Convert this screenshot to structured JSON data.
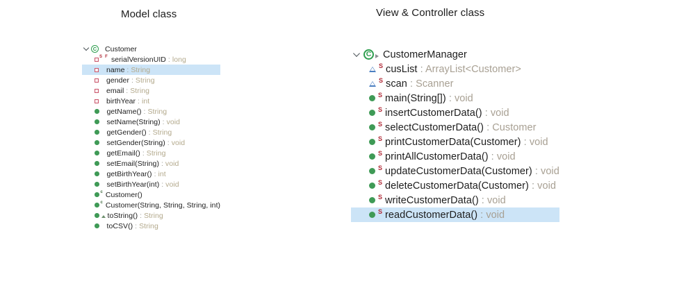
{
  "headings": {
    "model": "Model class",
    "view": "View & Controller class"
  },
  "colors": {
    "selection": "#cce4f7",
    "public_method": "#3f9a56",
    "private_field": "#c9566b",
    "package_field": "#4a7fc1",
    "class_icon": "#2e9e4f",
    "static_badge": "#b02a37",
    "type_text": "#b3a98c",
    "label_text": "#1d1d1d",
    "background": "#ffffff"
  },
  "model_outline": {
    "class": {
      "name": "Customer",
      "icon": "class-icon",
      "expanded": true,
      "chevron": "chevron-down-icon"
    },
    "members": [
      {
        "icon": "private-field-icon",
        "badge": "S F",
        "name": "serialVersionUID",
        "sep": ":",
        "type": "long",
        "selected": false
      },
      {
        "icon": "private-field-icon",
        "badge": "",
        "name": "name",
        "sep": ":",
        "type": "String",
        "selected": true
      },
      {
        "icon": "private-field-icon",
        "badge": "",
        "name": "gender",
        "sep": ":",
        "type": "String",
        "selected": false
      },
      {
        "icon": "private-field-icon",
        "badge": "",
        "name": "email",
        "sep": ":",
        "type": "String",
        "selected": false
      },
      {
        "icon": "private-field-icon",
        "badge": "",
        "name": "birthYear",
        "sep": ":",
        "type": "int",
        "selected": false
      },
      {
        "icon": "public-method-icon",
        "badge": "",
        "name": "getName()",
        "sep": ":",
        "type": "String",
        "selected": false
      },
      {
        "icon": "public-method-icon",
        "badge": "",
        "name": "setName(String)",
        "sep": ":",
        "type": "void",
        "selected": false
      },
      {
        "icon": "public-method-icon",
        "badge": "",
        "name": "getGender()",
        "sep": ":",
        "type": "String",
        "selected": false
      },
      {
        "icon": "public-method-icon",
        "badge": "",
        "name": "setGender(String)",
        "sep": ":",
        "type": "void",
        "selected": false
      },
      {
        "icon": "public-method-icon",
        "badge": "",
        "name": "getEmail()",
        "sep": ":",
        "type": "String",
        "selected": false
      },
      {
        "icon": "public-method-icon",
        "badge": "",
        "name": "setEmail(String)",
        "sep": ":",
        "type": "void",
        "selected": false
      },
      {
        "icon": "public-method-icon",
        "badge": "",
        "name": "getBirthYear()",
        "sep": ":",
        "type": "int",
        "selected": false
      },
      {
        "icon": "public-method-icon",
        "badge": "",
        "name": "setBirthYear(int)",
        "sep": ":",
        "type": "void",
        "selected": false
      },
      {
        "icon": "public-method-icon",
        "badge": "c",
        "name": "Customer()",
        "sep": "",
        "type": "",
        "selected": false
      },
      {
        "icon": "public-method-icon",
        "badge": "c",
        "name": "Customer(String, String, String, int)",
        "sep": "",
        "type": "",
        "selected": false
      },
      {
        "icon": "public-method-icon",
        "badge": "override",
        "name": "toString()",
        "sep": ":",
        "type": "String",
        "selected": false
      },
      {
        "icon": "public-method-icon",
        "badge": "",
        "name": "toCSV()",
        "sep": ":",
        "type": "String",
        "selected": false
      }
    ]
  },
  "view_outline": {
    "class": {
      "name": "CustomerManager",
      "icon": "class-icon",
      "expanded": true,
      "chevron": "chevron-down-icon",
      "run_marker": "run-triangle-icon"
    },
    "members": [
      {
        "icon": "package-field-icon",
        "badge": "S",
        "name": "cusList",
        "sep": ":",
        "type": "ArrayList<Customer>",
        "selected": false
      },
      {
        "icon": "package-field-icon",
        "badge": "S",
        "name": "scan",
        "sep": ":",
        "type": "Scanner",
        "selected": false
      },
      {
        "icon": "public-method-icon",
        "badge": "S",
        "name": "main(String[])",
        "sep": ":",
        "type": "void",
        "selected": false
      },
      {
        "icon": "public-method-icon",
        "badge": "S",
        "name": "insertCustomerData()",
        "sep": ":",
        "type": "void",
        "selected": false
      },
      {
        "icon": "public-method-icon",
        "badge": "S",
        "name": "selectCustomerData()",
        "sep": ":",
        "type": "Customer",
        "selected": false
      },
      {
        "icon": "public-method-icon",
        "badge": "S",
        "name": "printCustomerData(Customer)",
        "sep": ":",
        "type": "void",
        "selected": false
      },
      {
        "icon": "public-method-icon",
        "badge": "S",
        "name": "printAllCustomerData()",
        "sep": ":",
        "type": "void",
        "selected": false
      },
      {
        "icon": "public-method-icon",
        "badge": "S",
        "name": "updateCustomerData(Customer)",
        "sep": ":",
        "type": "void",
        "selected": false
      },
      {
        "icon": "public-method-icon",
        "badge": "S",
        "name": "deleteCustomerData(Customer)",
        "sep": ":",
        "type": "void",
        "selected": false
      },
      {
        "icon": "public-method-icon",
        "badge": "S",
        "name": "writeCustomerData()",
        "sep": ":",
        "type": "void",
        "selected": false
      },
      {
        "icon": "public-method-icon",
        "badge": "S",
        "name": "readCustomerData()",
        "sep": ":",
        "type": "void",
        "selected": true
      }
    ]
  }
}
